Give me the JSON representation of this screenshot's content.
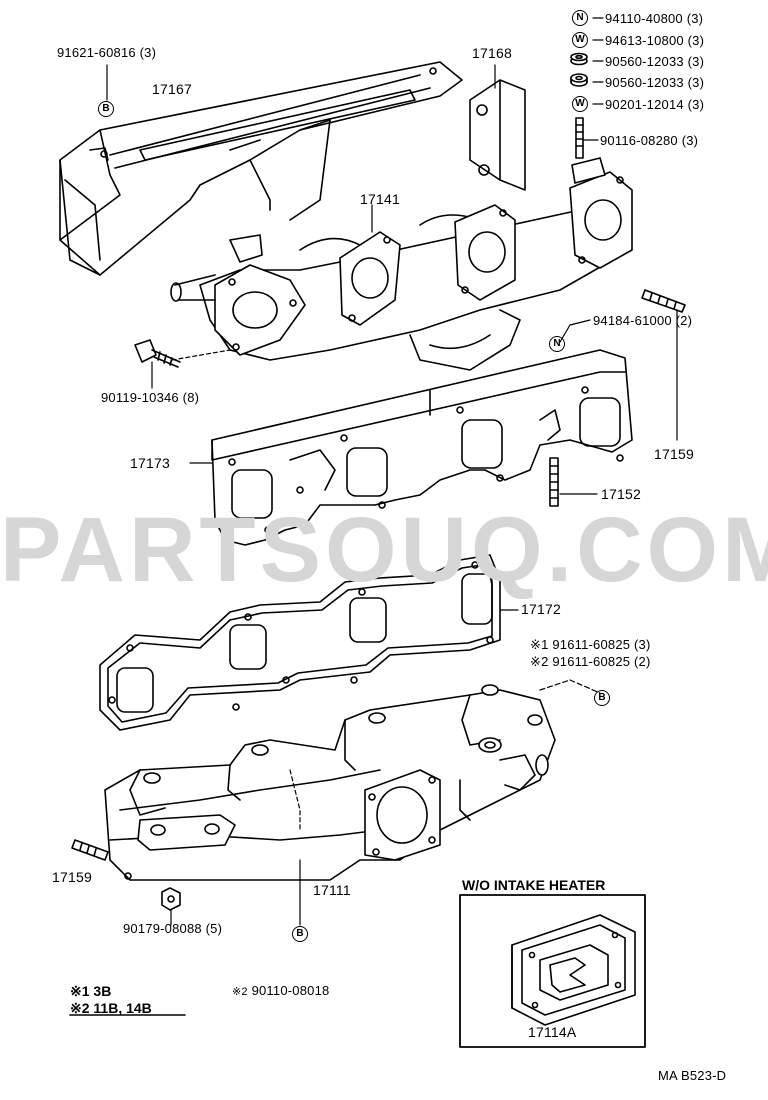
{
  "watermark": "PARTSOUQ.COM",
  "hardware": [
    {
      "symbol": "N",
      "part": "94110-40800",
      "qty": "(3)"
    },
    {
      "symbol": "W",
      "part": "94613-10800",
      "qty": "(3)"
    },
    {
      "symbol": "",
      "part": "90560-12033",
      "qty": "(3)"
    },
    {
      "symbol": "",
      "part": "90560-12033",
      "qty": "(3)"
    },
    {
      "symbol": "W",
      "part": "90201-12014",
      "qty": "(3)"
    },
    {
      "symbol": "",
      "part": "90116-08280",
      "qty": "(3)"
    }
  ],
  "labels": {
    "p91621": "91621-60816 (3)",
    "p17167": "17167",
    "p17168": "17168",
    "p17141": "17141",
    "p94184": "94184-61000 (2)",
    "p90119": "90119-10346 (8)",
    "p17173": "17173",
    "p17159a": "17159",
    "p17152": "17152",
    "p17172": "17172",
    "note1_mark": "※1",
    "note1_part": "91611-60825 (3)",
    "note2_mark": "※2",
    "note2_part": "91611-60825 (2)",
    "p17159b": "17159",
    "p17111": "17111",
    "p90179": "90179-08088 (5)",
    "p90110": "90110-08018",
    "p90110_mark": "※2",
    "p17114A": "17114A",
    "code": "MA B523-D"
  },
  "callouts": {
    "B": "B",
    "N": "N",
    "W": "W"
  },
  "inset": {
    "title": "W/O INTAKE HEATER"
  },
  "notes": [
    "※1 3B",
    "※2 11B, 14B"
  ]
}
